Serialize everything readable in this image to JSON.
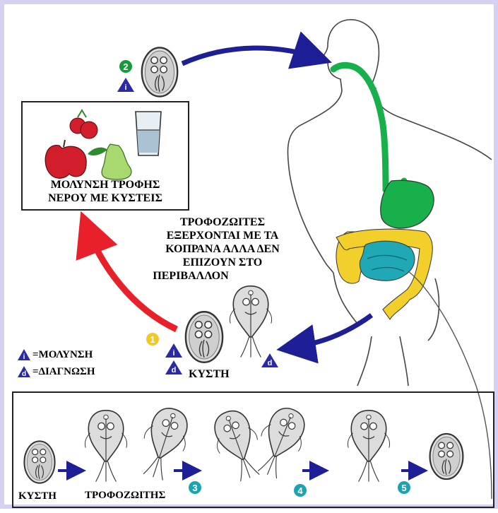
{
  "colors": {
    "frame": "#d4d1f2",
    "arrow_blue": "#1e1e96",
    "arrow_red": "#e8202a",
    "esophagus_green": "#17b04a",
    "colon_yellow": "#f2cf2a",
    "intestine_teal": "#20a8b4",
    "badge_green": "#169a3c",
    "badge_yellow": "#f0c828",
    "badge_teal": "#1aa4b0",
    "badge_blue": "#2a2aa8"
  },
  "icons": {
    "infective_marker": "triangle-i-icon",
    "diagnostic_marker": "triangle-d-icon",
    "cyst": "cyst-icon",
    "trophozoite": "trophozoite-icon"
  },
  "food_box": {
    "caption_line1": "ΜΟΛΥΝΣΗ ΤΡΟΦΗΣ",
    "caption_line2": "ΝΕΡΟΥ ΜΕ ΚΥΣΤΕΙΣ"
  },
  "trophozoite_note": {
    "line1": "ΤΡΟΦΟΖΩΙΤΕΣ",
    "line2": "ΕΞΕΡΧΟΝΤΑΙ ΜΕ ΤΑ",
    "line3": "ΚΟΠΡΑΝΑ ΑΛΛΑ ΔΕΝ",
    "line4": "ΕΠΙΖΟΥΝ ΣΤΟ",
    "line5": "ΠΕΡΙΒΑΛΛΟΝ"
  },
  "legend": {
    "infective_letter": "i",
    "infective_label": "ΜΟΛΥΝΣΗ",
    "diagnostic_letter": "d",
    "diagnostic_label": "ΔΙΑΓΝΩΣΗ",
    "equals": "="
  },
  "stages": {
    "s1": "1",
    "s2": "2",
    "s3": "3",
    "s4": "4",
    "s5": "5"
  },
  "labels": {
    "cyst_main": "ΚΥΣΤΗ",
    "cyst_bottom": "ΚΥΣΤΗ",
    "trophozoites_bottom": "ΤΡΟΦΟΖΩΙΤΗΣ"
  }
}
